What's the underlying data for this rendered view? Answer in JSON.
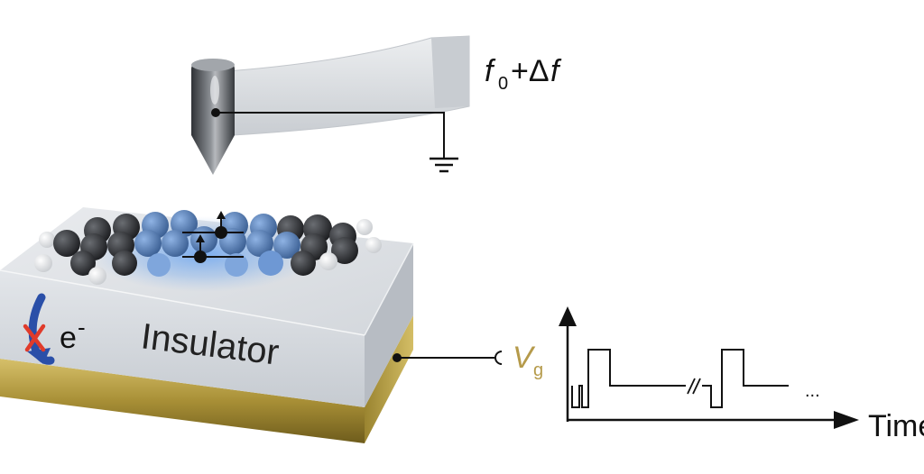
{
  "labels": {
    "freq_base": "f",
    "freq_sub": "0",
    "freq_rest": "+Δ",
    "freq_f": "f",
    "electron_base": "e",
    "electron_sup": "-",
    "insulator": "Insulator",
    "vg_base": "V",
    "vg_sub": "g",
    "ellipsis": "...",
    "time_axis": "Time"
  },
  "colors": {
    "gate_label": "#b59a4a",
    "gold_electrode": "#b8a14a",
    "insulator_top": "#dfe2e6",
    "insulator_front": "#cfd3d8",
    "insulator_side": "#b9bec5",
    "cantilever": "#dcdfe3",
    "tip": "#4a4d52",
    "spin_cloud": "#4f8fe0",
    "carbon_atom": "#2b2d31",
    "hydrogen_atom": "#f4f4f4",
    "electron_path": "#2a4fa8",
    "blocked_mark": "#e03b2b",
    "wire": "#111111"
  },
  "icons": [
    "ground-icon",
    "blocked-x-icon",
    "spin-up-arrow-icon",
    "axis-arrow-icon"
  ]
}
